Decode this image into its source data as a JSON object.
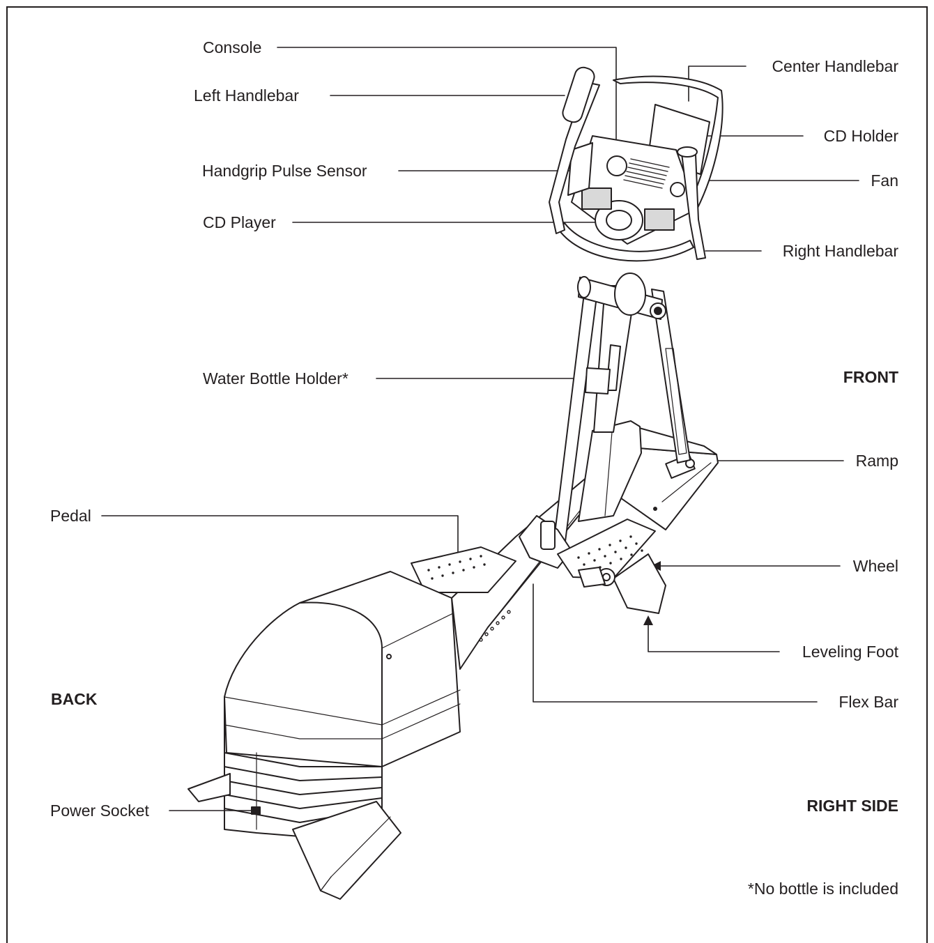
{
  "labels": {
    "console": "Console",
    "left_handlebar": "Left Handlebar",
    "handgrip_pulse_sensor": "Handgrip Pulse Sensor",
    "cd_player": "CD Player",
    "water_bottle_holder": "Water Bottle Holder*",
    "pedal": "Pedal",
    "power_socket": "Power Socket",
    "center_handlebar": "Center Handlebar",
    "cd_holder": "CD Holder",
    "fan": "Fan",
    "right_handlebar": "Right Handlebar",
    "ramp": "Ramp",
    "wheel": "Wheel",
    "leveling_foot": "Leveling Foot",
    "flex_bar": "Flex Bar"
  },
  "orientation": {
    "front": "FRONT",
    "back": "BACK",
    "right_side": "RIGHT SIDE"
  },
  "footnote": "*No bottle is included",
  "colors": {
    "ink": "#231f20",
    "fill": "#ffffff",
    "shade": "#d9d9d9"
  }
}
